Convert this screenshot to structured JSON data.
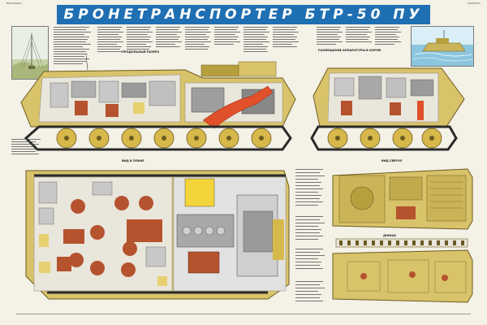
{
  "header": {
    "left_print_mark": "ВОЕНИЗДАТ",
    "right_print_mark": "СЕКРЕТНО",
    "title": "БРОНЕТРАНСПОРТЕР БТР-50 ПУ"
  },
  "sections": {
    "side_section": "ПРОДОЛЬНЫЙ РАЗРЕЗ",
    "cross_section": "РАЗМЕЩЕНИЕ АППАРАТУРЫ В КОРМЕ",
    "top_view_section": "ВИД В ПЛАНЕ",
    "top_exterior": "ВИД СВЕРХУ",
    "bottom_exterior": "ДНИЩЕ"
  },
  "colors": {
    "banner": "#1f6fb3",
    "hull": "#d9c36a",
    "hull_dark": "#b89f3e",
    "interior": "#e9e6dc",
    "wheels": "#d7b84a",
    "engine_red": "#e0502a",
    "seat_brown": "#b5532f",
    "track": "#2a2a2a"
  },
  "legend_left_lines": 16,
  "legend_middle_lines": 14,
  "legend_lower_lines": 16
}
